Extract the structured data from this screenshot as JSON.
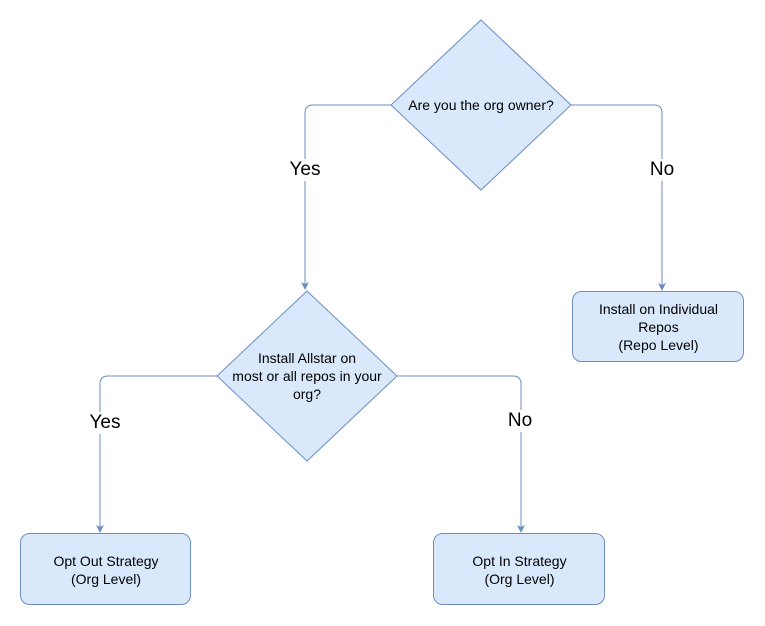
{
  "colors": {
    "node_fill": "#dae8fc",
    "node_stroke": "#6c8ebf",
    "edge": "#6c8ebf"
  },
  "nodes": {
    "org_owner_decision": "Are you the org owner?",
    "install_allstar_decision": "Install Allstar on\nmost or all repos in your\norg?",
    "individual_repos": "Install on Individual\nRepos\n(Repo Level)",
    "opt_out": "Opt Out Strategy\n(Org Level)",
    "opt_in": "Opt In Strategy\n(Org Level)"
  },
  "edges": {
    "owner_yes": "Yes",
    "owner_no": "No",
    "install_yes": "Yes",
    "install_no": "No"
  }
}
